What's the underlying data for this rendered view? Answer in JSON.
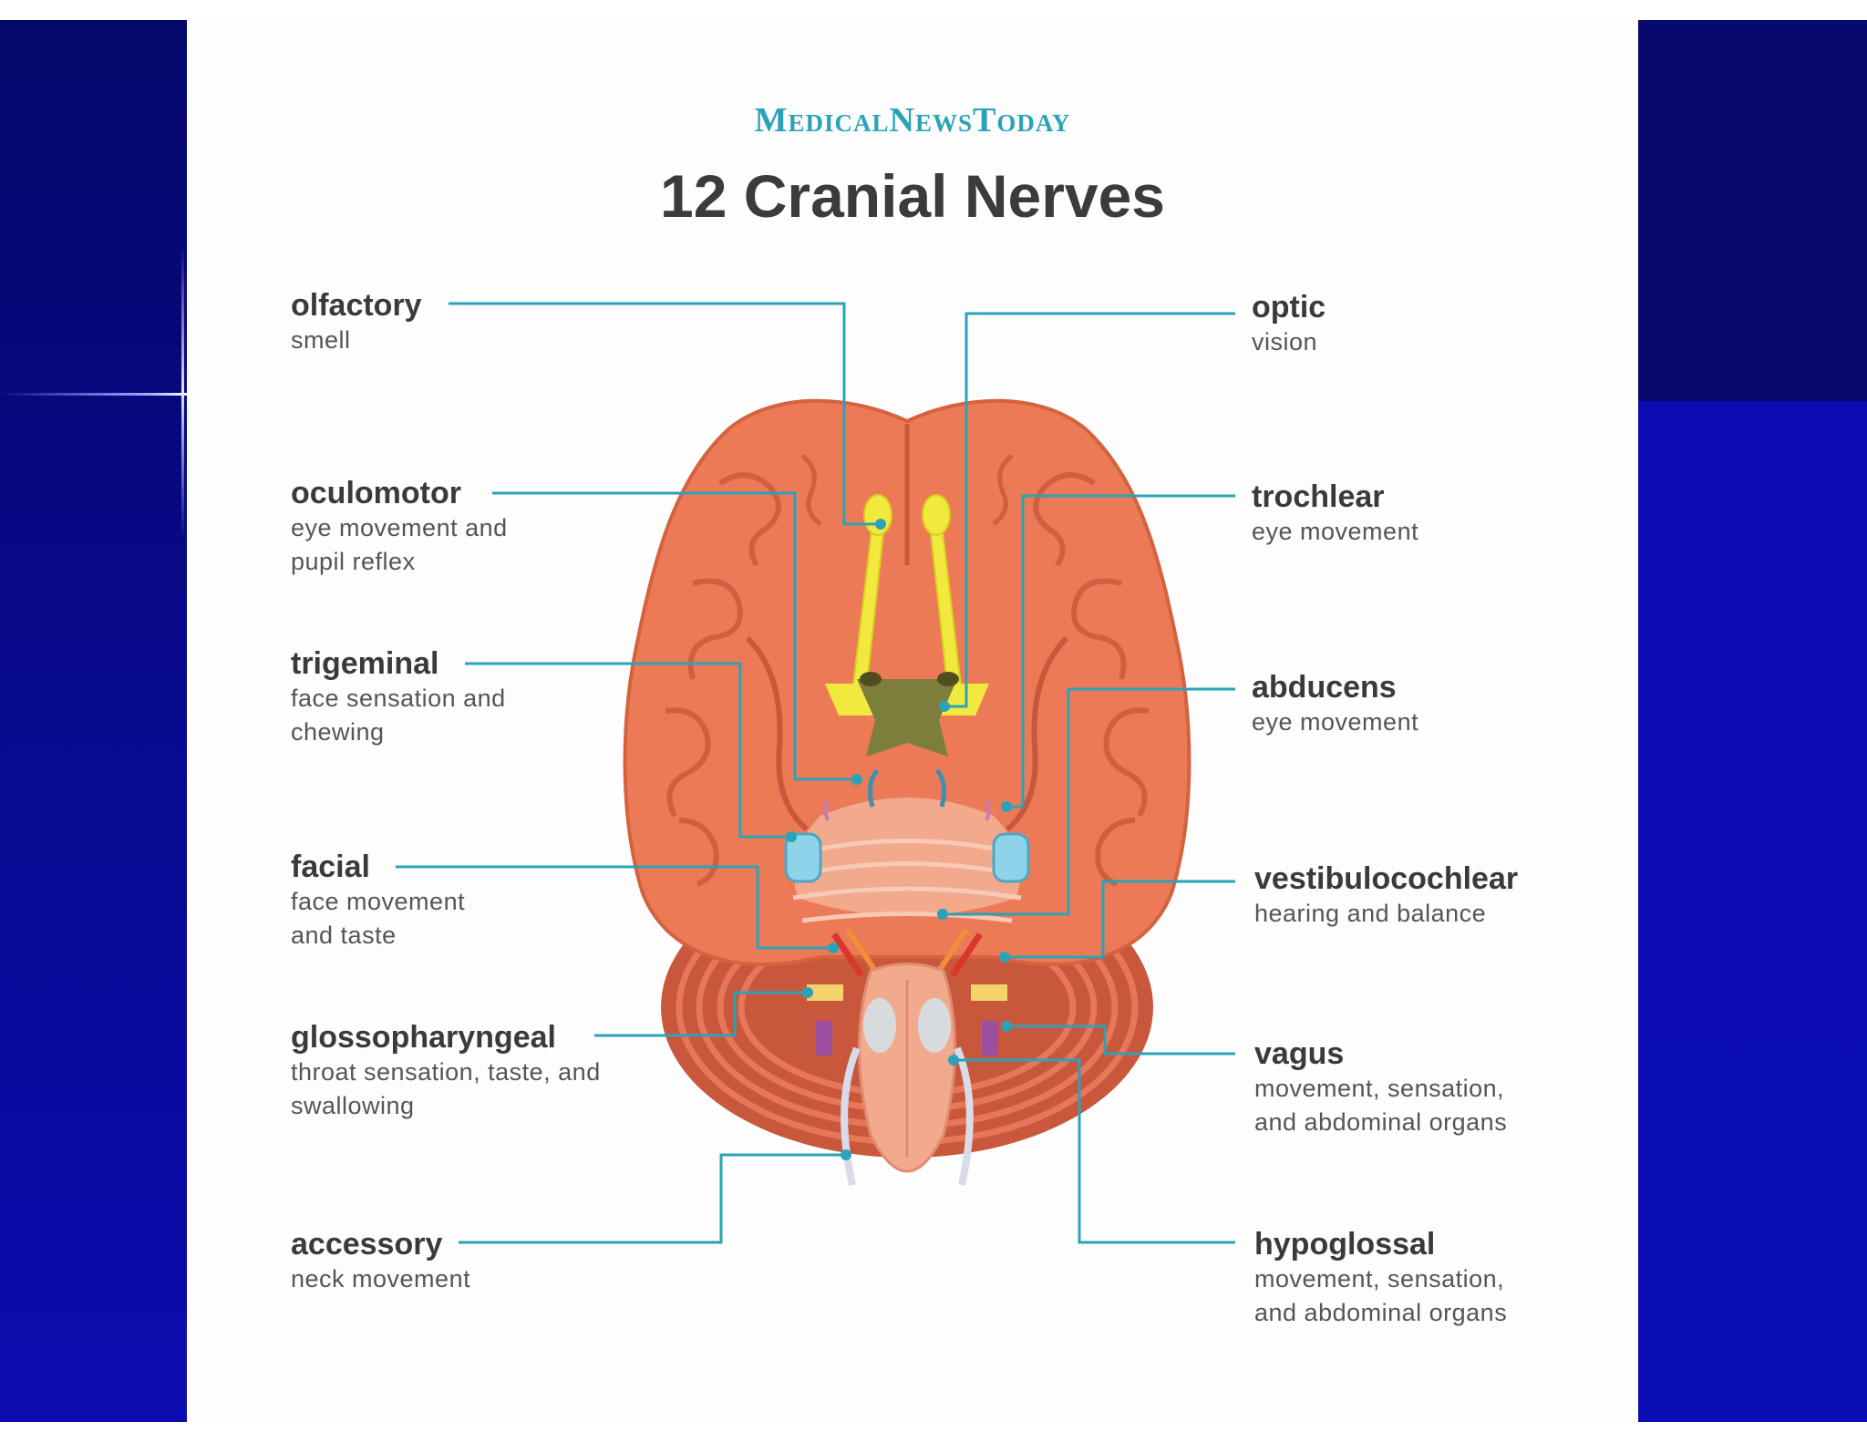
{
  "brand": "MedicalNewsToday",
  "title": "12 Cranial Nerves",
  "colors": {
    "leader": "#2aa3b8",
    "brain": "#ec7a57",
    "brain_dark": "#c9573b",
    "olfactory": "#f1e93d",
    "chiasm": "#7d7d3c",
    "background": "#07098a"
  },
  "left_nerves": [
    {
      "name": "olfactory",
      "desc": "smell"
    },
    {
      "name": "oculomotor",
      "desc": "eye movement and pupil reflex"
    },
    {
      "name": "trigeminal",
      "desc": "face sensation and chewing"
    },
    {
      "name": "facial",
      "desc": "face movement and taste"
    },
    {
      "name": "glossopharyngeal",
      "desc": "throat sensation, taste, and swallowing"
    },
    {
      "name": "accessory",
      "desc": "neck movement"
    }
  ],
  "right_nerves": [
    {
      "name": "optic",
      "desc": "vision"
    },
    {
      "name": "trochlear",
      "desc": "eye movement"
    },
    {
      "name": "abducens",
      "desc": "eye movement"
    },
    {
      "name": "vestibulocochlear",
      "desc": "hearing and balance"
    },
    {
      "name": "vagus",
      "desc": "movement, sensation, and abdominal organs"
    },
    {
      "name": "hypoglossal",
      "desc": "movement, sensation, and abdominal organs"
    }
  ]
}
